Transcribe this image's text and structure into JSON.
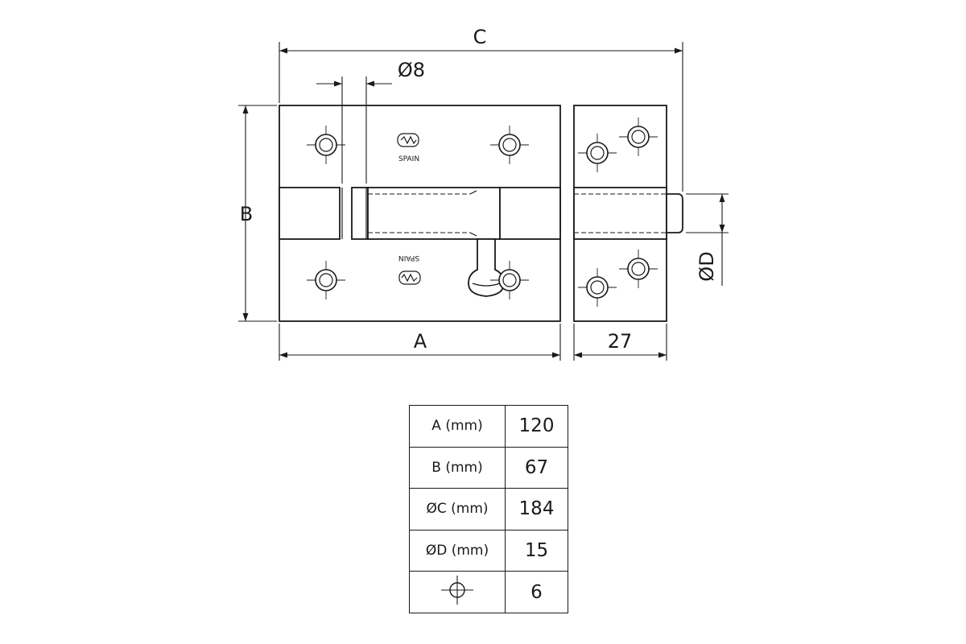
{
  "drawing": {
    "dim_c": "C",
    "dim_pin": "Ø8",
    "dim_b": "B",
    "dim_a": "A",
    "dim_keeper": "27",
    "dim_d": "ØD",
    "brand_text": "SPAIN"
  },
  "table": {
    "rows": [
      {
        "label": "A (mm)",
        "value": "120"
      },
      {
        "label": "B (mm)",
        "value": "67"
      },
      {
        "label": "ØC (mm)",
        "value": "184"
      },
      {
        "label": "ØD (mm)",
        "value": "15"
      },
      {
        "icon": "screw-hole-icon",
        "value": "6"
      }
    ]
  }
}
